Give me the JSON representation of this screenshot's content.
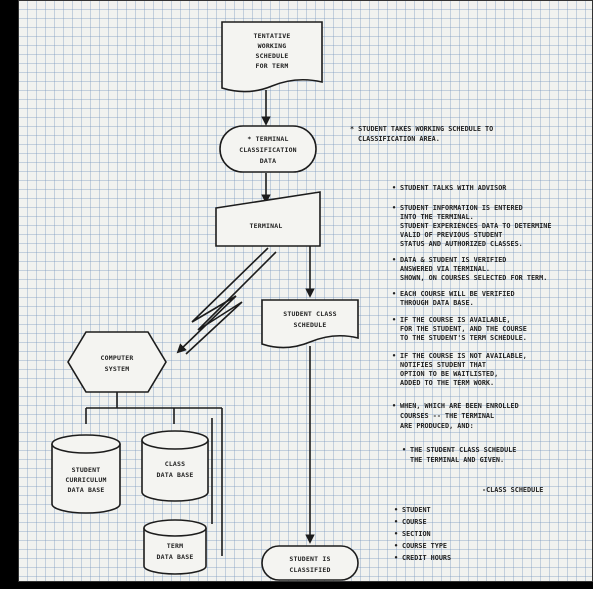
{
  "flowchart": {
    "nodes": {
      "worksheet": [
        "TENTATIVE",
        "WORKING",
        "SCHEDULE",
        "FOR TERM"
      ],
      "terminal_entry": [
        "* TERMINAL",
        "CLASSIFICATION",
        "DATA"
      ],
      "terminal": [
        "TERMINAL"
      ],
      "computer_system": [
        "COMPUTER",
        "SYSTEM"
      ],
      "class_schedule": [
        "STUDENT CLASS",
        "SCHEDULE"
      ],
      "student_db": [
        "STUDENT",
        "CURRICULUM",
        "DATA BASE"
      ],
      "class_db": [
        "CLASS",
        "DATA BASE"
      ],
      "term_db": [
        "TERM",
        "DATA BASE"
      ],
      "classified": [
        "STUDENT IS",
        "CLASSIFIED"
      ]
    }
  },
  "notes": {
    "top_note": [
      "* STUDENT TAKES WORKING SCHEDULE TO",
      "CLASSIFICATION AREA."
    ],
    "bullets": [
      [
        "STUDENT TALKS WITH ADVISOR"
      ],
      [
        "STUDENT INFORMATION IS ENTERED",
        "INTO THE TERMINAL.",
        "STUDENT EXPERIENCES DATA TO DETERMINE",
        "VALID OF PREVIOUS STUDENT",
        "STATUS AND AUTHORIZED CLASSES."
      ],
      [
        "DATA & STUDENT IS VERIFIED",
        "ANSWERED VIA TERMINAL.",
        "SHOWN, ON COURSES SELECTED FOR TERM."
      ],
      [
        "EACH COURSE WILL BE VERIFIED",
        "THROUGH DATA BASE."
      ],
      [
        "IF THE COURSE IS AVAILABLE,",
        "FOR THE STUDENT, AND THE COURSE",
        "TO THE STUDENT'S TERM SCHEDULE."
      ],
      [
        "IF THE COURSE IS NOT AVAILABLE,",
        "NOTIFIES STUDENT THAT",
        "OPTION TO BE WAITLISTED,",
        "ADDED TO THE TERM WORK."
      ],
      [
        "WHEN, WHICH ARE BEEN ENROLLED",
        "COURSES -- THE TERMINAL",
        "ARE PRODUCED, AND:"
      ],
      [
        "THE STUDENT CLASS SCHEDULE",
        "THE TERMINAL AND GIVEN."
      ]
    ],
    "section_heading": "-CLASS SCHEDULE",
    "list_items": [
      "STUDENT",
      "COURSE",
      "SECTION",
      "COURSE TYPE",
      "CREDIT HOURS"
    ]
  }
}
